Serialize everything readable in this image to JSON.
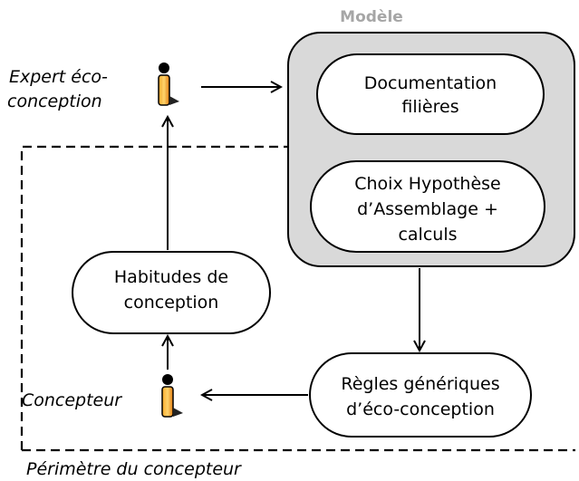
{
  "model": {
    "title": "Modèle",
    "doc_line1": "Documentation",
    "doc_line2": "filières",
    "choix_line1": "Choix Hypothèse",
    "choix_line2": "d’Assemblage +",
    "choix_line3": "calculs"
  },
  "actors": {
    "expert_line1": "Expert éco-",
    "expert_line2": "conception",
    "concepteur": "Concepteur"
  },
  "nodes": {
    "habitudes_line1": "Habitudes de",
    "habitudes_line2": "conception",
    "regles_line1": "Règles génériques",
    "regles_line2": "d’éco-conception"
  },
  "perimeter": {
    "label": "Périmètre du concepteur"
  }
}
